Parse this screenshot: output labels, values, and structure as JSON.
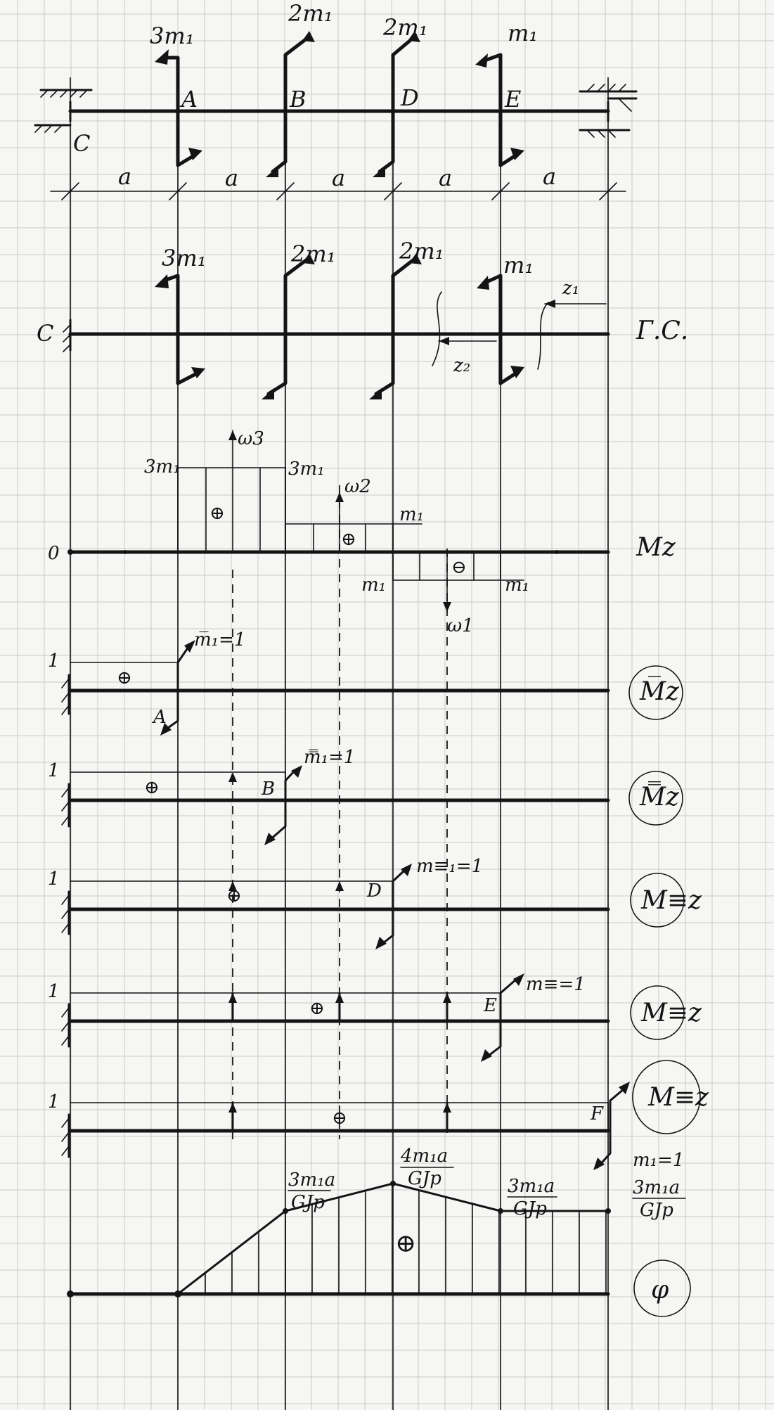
{
  "scheme": {
    "support_left": "C",
    "points": [
      "A",
      "B",
      "D",
      "E"
    ],
    "end_point": "F",
    "segment_label": "a",
    "top_moments": [
      "3m₁",
      "2m₁",
      "2m₁",
      "m₁"
    ],
    "mid_moments": [
      "3m₁",
      "2m₁",
      "2m₁",
      "m₁"
    ],
    "coord_labels": [
      "z₁",
      "z₂"
    ],
    "scheme_title": "Г.С."
  },
  "mz_diagram": {
    "title": "Mz",
    "zero_label": "0",
    "w3_label": "ω3",
    "w2_label": "ω2",
    "w1_label": "ω1",
    "val_3m_left": "3m₁",
    "val_3m_right": "3m₁",
    "val_m_upper": "m₁",
    "val_m_lower_left": "m₁",
    "val_m_lower_right": "m₁",
    "sign_plus": "⊕",
    "sign_minus": "⊖"
  },
  "unit_diagrams": [
    {
      "title": "M̅z",
      "value": "1",
      "point": "A",
      "unit_moment": "m̅₁=1",
      "sign": "⊕"
    },
    {
      "title": "M̿z",
      "value": "1",
      "point": "B",
      "unit_moment": "m̿₁=1",
      "sign": "⊕"
    },
    {
      "title": "M≡z",
      "value": "1",
      "point": "D",
      "unit_moment": "m≡₁=1",
      "sign": "⊕"
    },
    {
      "title": "M≡z",
      "value": "1",
      "point": "E",
      "unit_moment": "m≡=1",
      "sign": "⊕"
    },
    {
      "title": "M≡z",
      "value": "1",
      "point": "F",
      "unit_moment": "m₁=1",
      "sign": "⊕"
    }
  ],
  "phi_diagram": {
    "title": "φ",
    "sign": "⊕",
    "val_b_num": "3m₁a",
    "val_b_den": "GJp",
    "val_d_num": "4m₁a",
    "val_d_den": "GJp",
    "val_e_num": "3m₁a",
    "val_e_den": "GJp",
    "val_f_num": "3m₁a",
    "val_f_den": "GJp"
  },
  "colors": {
    "ink": "#141414",
    "paper": "#f6f6f4",
    "grid": "#c9c9c9"
  }
}
